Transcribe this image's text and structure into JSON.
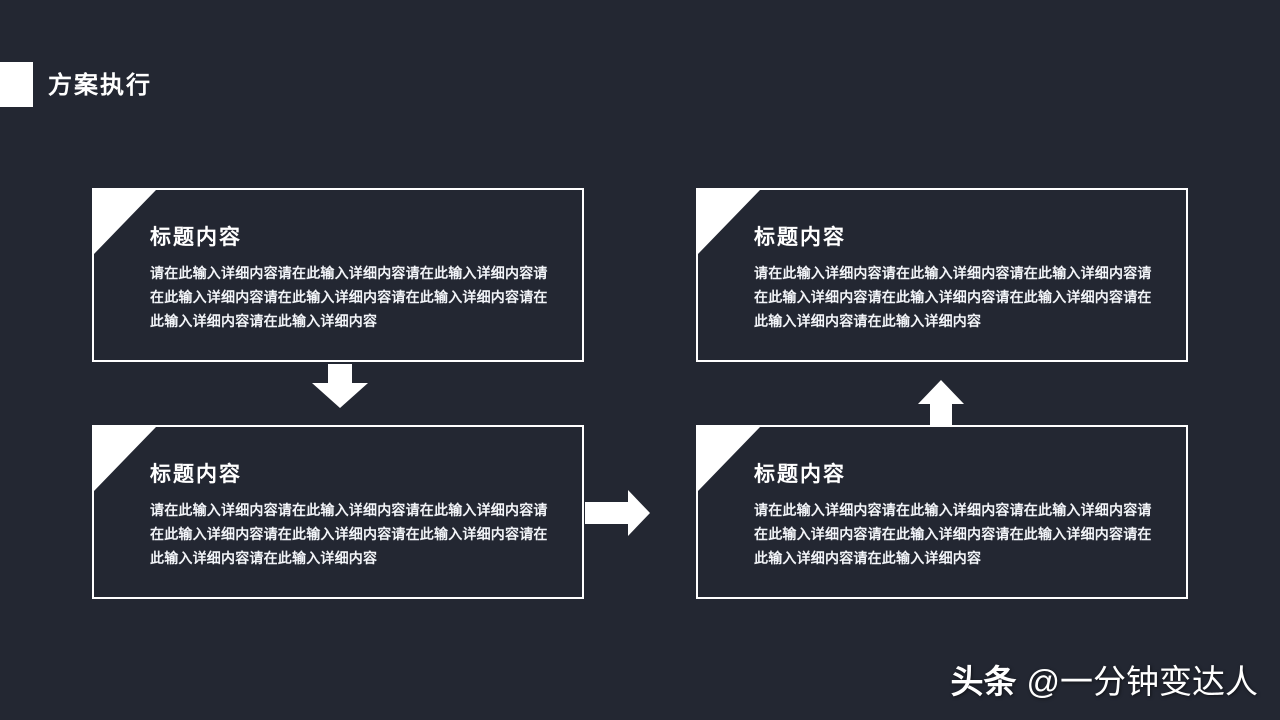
{
  "colors": {
    "background": "#232732",
    "foreground": "#ffffff"
  },
  "header": {
    "title": "方案执行"
  },
  "boxes": [
    {
      "title": "标题内容",
      "body_lines": [
        "请在此输入详细内容请在此输入详细内容请在此输入详细内容请",
        "在此输入详细内容请在此输入详细内容请在此输入详细内容请在",
        "此输入详细内容请在此输入详细内容"
      ]
    },
    {
      "title": "标题内容",
      "body_lines": [
        "请在此输入详细内容请在此输入详细内容请在此输入详细内容请",
        "在此输入详细内容请在此输入详细内容请在此输入详细内容请在",
        "此输入详细内容请在此输入详细内容"
      ]
    },
    {
      "title": "标题内容",
      "body_lines": [
        "请在此输入详细内容请在此输入详细内容请在此输入详细内容请",
        "在此输入详细内容请在此输入详细内容请在此输入详细内容请在",
        "此输入详细内容请在此输入详细内容"
      ]
    },
    {
      "title": "标题内容",
      "body_lines": [
        "请在此输入详细内容请在此输入详细内容请在此输入详细内容请",
        "在此输入详细内容请在此输入详细内容请在此输入详细内容请在",
        "此输入详细内容请在此输入详细内容"
      ]
    }
  ],
  "flow": {
    "arrow_directions": [
      "down",
      "right",
      "up"
    ]
  },
  "watermark": {
    "brand": "头条",
    "handle": "@一分钟变达人"
  }
}
